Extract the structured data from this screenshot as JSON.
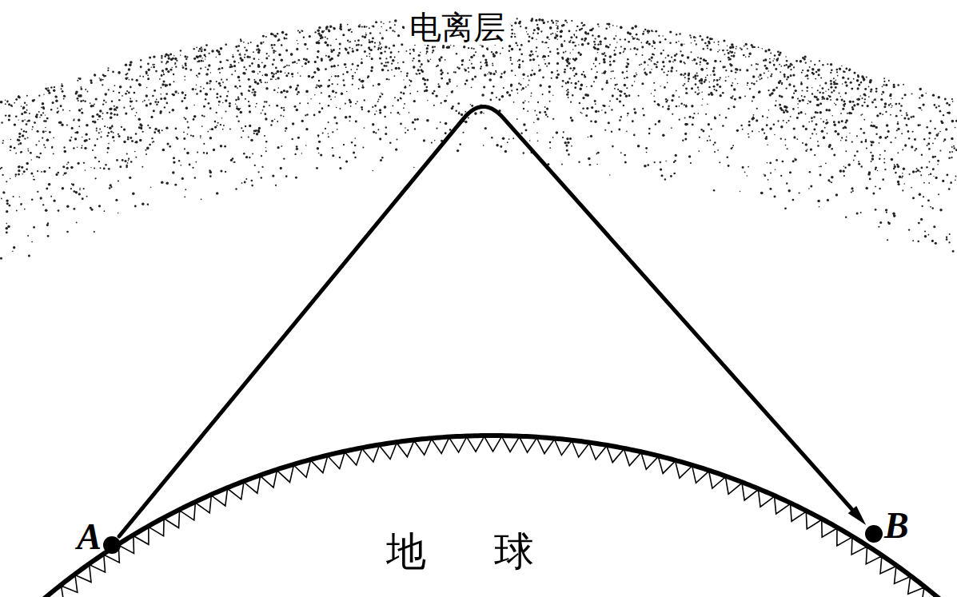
{
  "diagram": {
    "nodes": [
      {
        "text": [
          "电离层"
        ]
      },
      {
        "text": [
          "A"
        ]
      },
      {
        "text": [
          "地球"
        ]
      },
      {
        "text": [
          "B"
        ]
      }
    ],
    "edges": [
      {
        "from": 1,
        "to": 3,
        "arrow": "to"
      }
    ]
  }
}
